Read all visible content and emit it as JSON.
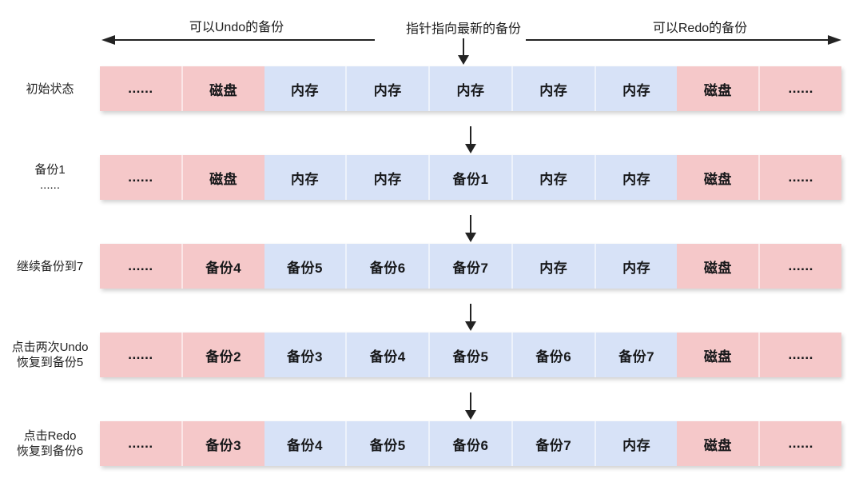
{
  "header": {
    "undo_label": "可以Undo的备份",
    "pointer_label": "指针指向最新的备份",
    "redo_label": "可以Redo的备份"
  },
  "colors": {
    "disk_bg": "#f5c8c9",
    "mem_bg": "#d7e2f7",
    "arrow_ink": "#232323"
  },
  "cell_pattern": [
    "disk",
    "disk",
    "mem",
    "mem",
    "mem",
    "mem",
    "mem",
    "disk",
    "disk"
  ],
  "rows": [
    {
      "label": "初始状态",
      "sublabel": "",
      "cells": [
        "......",
        "磁盘",
        "内存",
        "内存",
        "内存",
        "内存",
        "内存",
        "磁盘",
        "......"
      ]
    },
    {
      "label": "备份1",
      "sublabel": "......",
      "cells": [
        "......",
        "磁盘",
        "内存",
        "内存",
        "备份1",
        "内存",
        "内存",
        "磁盘",
        "......"
      ]
    },
    {
      "label": "继续备份到7",
      "sublabel": "",
      "cells": [
        "......",
        "备份4",
        "备份5",
        "备份6",
        "备份7",
        "内存",
        "内存",
        "磁盘",
        "......"
      ]
    },
    {
      "label": "点击两次Undo",
      "sublabel": "恢复到备份5",
      "cells": [
        "......",
        "备份2",
        "备份3",
        "备份4",
        "备份5",
        "备份6",
        "备份7",
        "磁盘",
        "......"
      ]
    },
    {
      "label": "点击Redo",
      "sublabel": "恢复到备份6",
      "cells": [
        "......",
        "备份3",
        "备份4",
        "备份5",
        "备份6",
        "备份7",
        "内存",
        "磁盘",
        "......"
      ]
    }
  ]
}
